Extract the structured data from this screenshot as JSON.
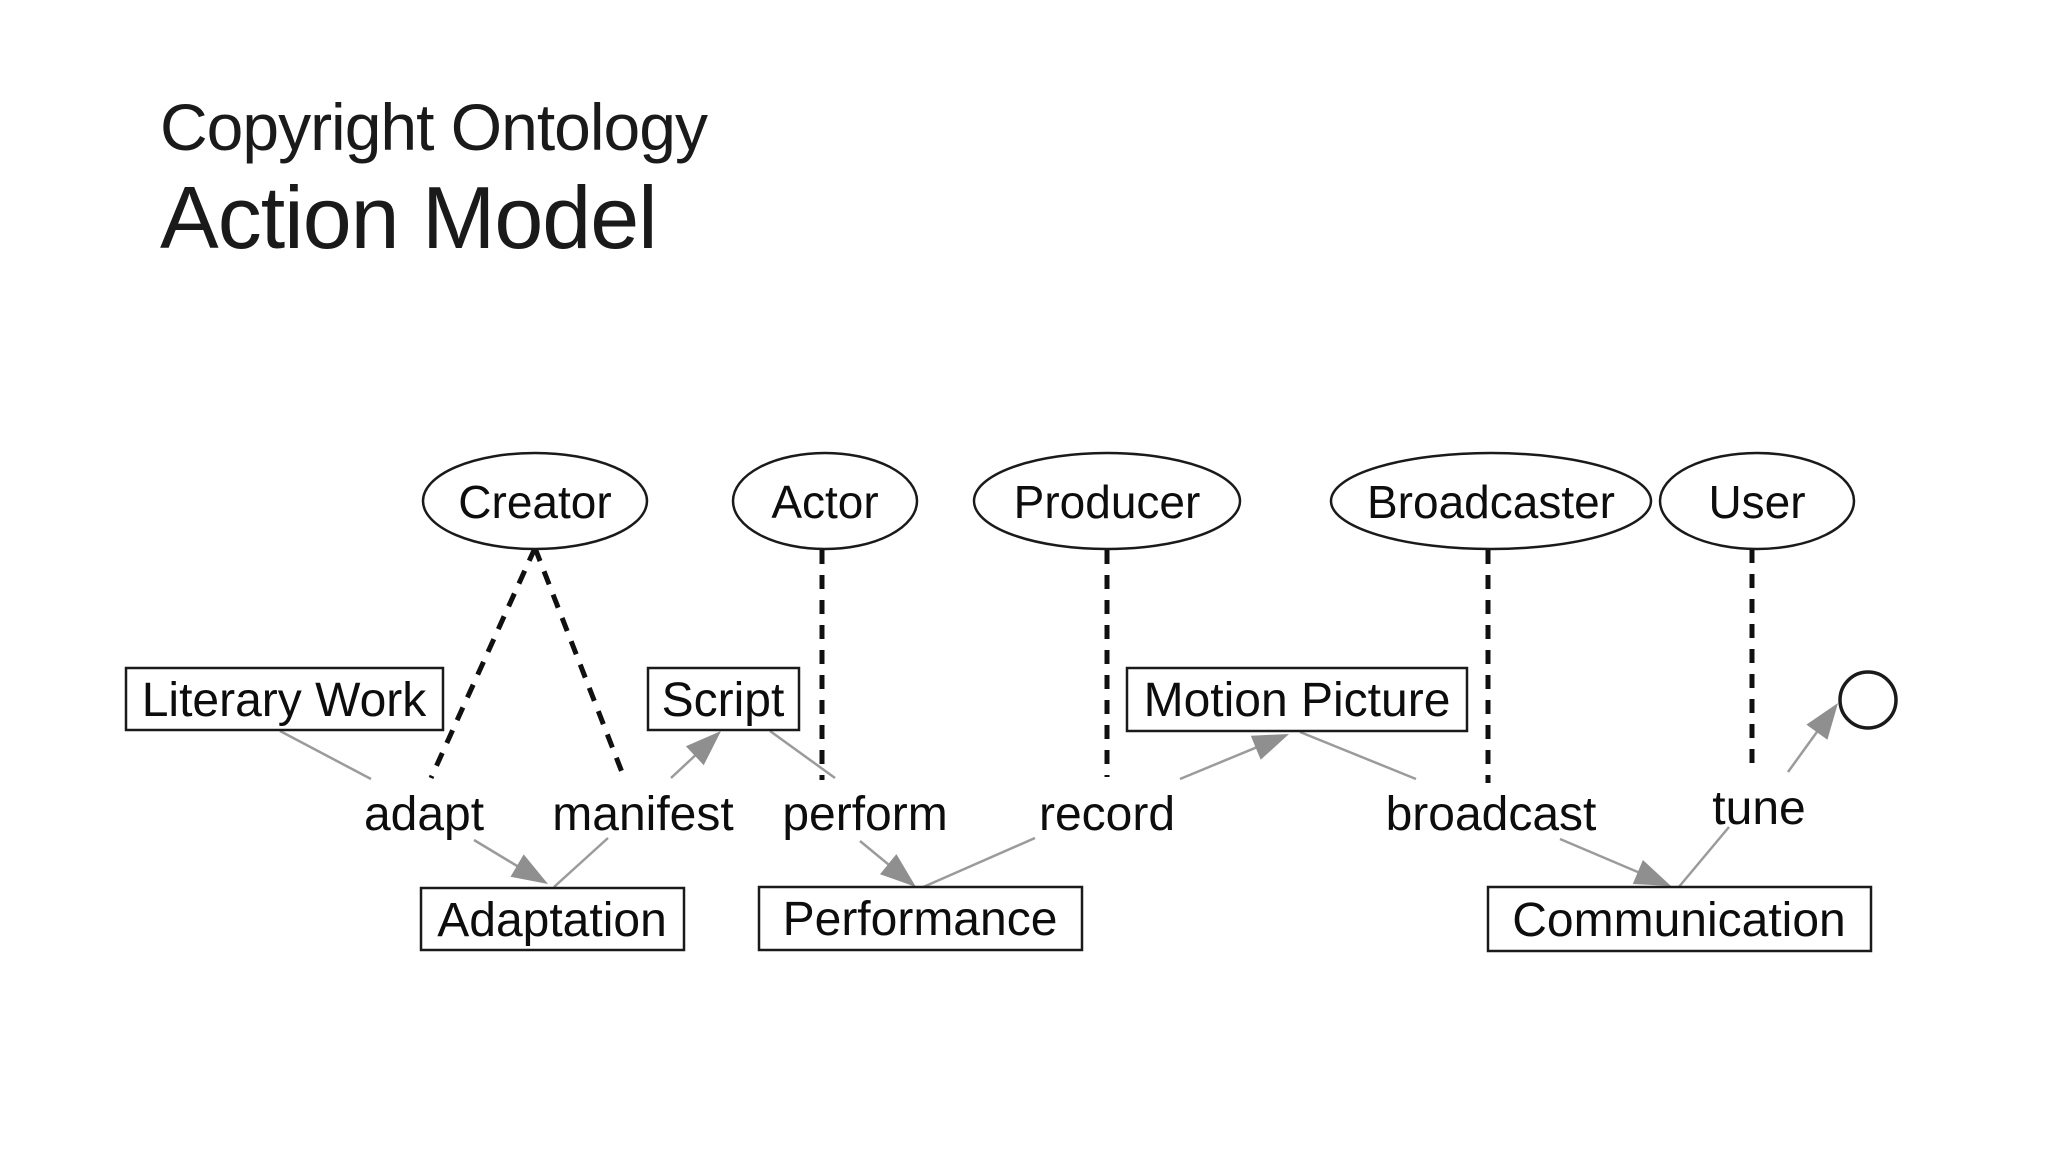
{
  "slide": {
    "title_line1": "Copyright Ontology",
    "title_line2": "Action Model"
  },
  "diagram": {
    "actors": [
      {
        "label": "Creator"
      },
      {
        "label": "Actor"
      },
      {
        "label": "Producer"
      },
      {
        "label": "Broadcaster"
      },
      {
        "label": "User"
      }
    ],
    "works": [
      {
        "label": "Literary Work"
      },
      {
        "label": "Script"
      },
      {
        "label": "Motion Picture"
      },
      {
        "label": "Adaptation"
      },
      {
        "label": "Performance"
      },
      {
        "label": "Communication"
      }
    ],
    "actions": [
      {
        "label": "adapt"
      },
      {
        "label": "manifest"
      },
      {
        "label": "perform"
      },
      {
        "label": "record"
      },
      {
        "label": "broadcast"
      },
      {
        "label": "tune"
      }
    ],
    "dashed_links": [
      {
        "from": "Creator",
        "to": "adapt"
      },
      {
        "from": "Creator",
        "to": "manifest"
      },
      {
        "from": "Actor",
        "to": "perform"
      },
      {
        "from": "Producer",
        "to": "record"
      },
      {
        "from": "Broadcaster",
        "to": "broadcast"
      },
      {
        "from": "User",
        "to": "tune"
      }
    ],
    "edges": [
      {
        "from": "Literary Work",
        "to": "adapt",
        "arrow": false
      },
      {
        "from": "adapt",
        "to": "Adaptation",
        "arrow": true
      },
      {
        "from": "manifest",
        "to": "Adaptation",
        "arrow": false
      },
      {
        "from": "manifest",
        "to": "Script",
        "arrow": true
      },
      {
        "from": "Script",
        "to": "perform",
        "arrow": false
      },
      {
        "from": "perform",
        "to": "Performance",
        "arrow": true
      },
      {
        "from": "record",
        "to": "Performance",
        "arrow": false
      },
      {
        "from": "record",
        "to": "Motion Picture",
        "arrow": true
      },
      {
        "from": "Motion Picture",
        "to": "broadcast",
        "arrow": false
      },
      {
        "from": "broadcast",
        "to": "Communication",
        "arrow": true
      },
      {
        "from": "tune",
        "to": "Communication",
        "arrow": false
      },
      {
        "from": "tune",
        "to": "unnamed-object-circle",
        "arrow": true
      }
    ]
  },
  "colors": {
    "background": "#ffffff",
    "text": "#1a1a1a",
    "shape_stroke": "#1a1a1a",
    "dashed_line": "#101010",
    "connector_gray": "#9b9b9b",
    "arrowhead_gray": "#8f8f8f"
  }
}
